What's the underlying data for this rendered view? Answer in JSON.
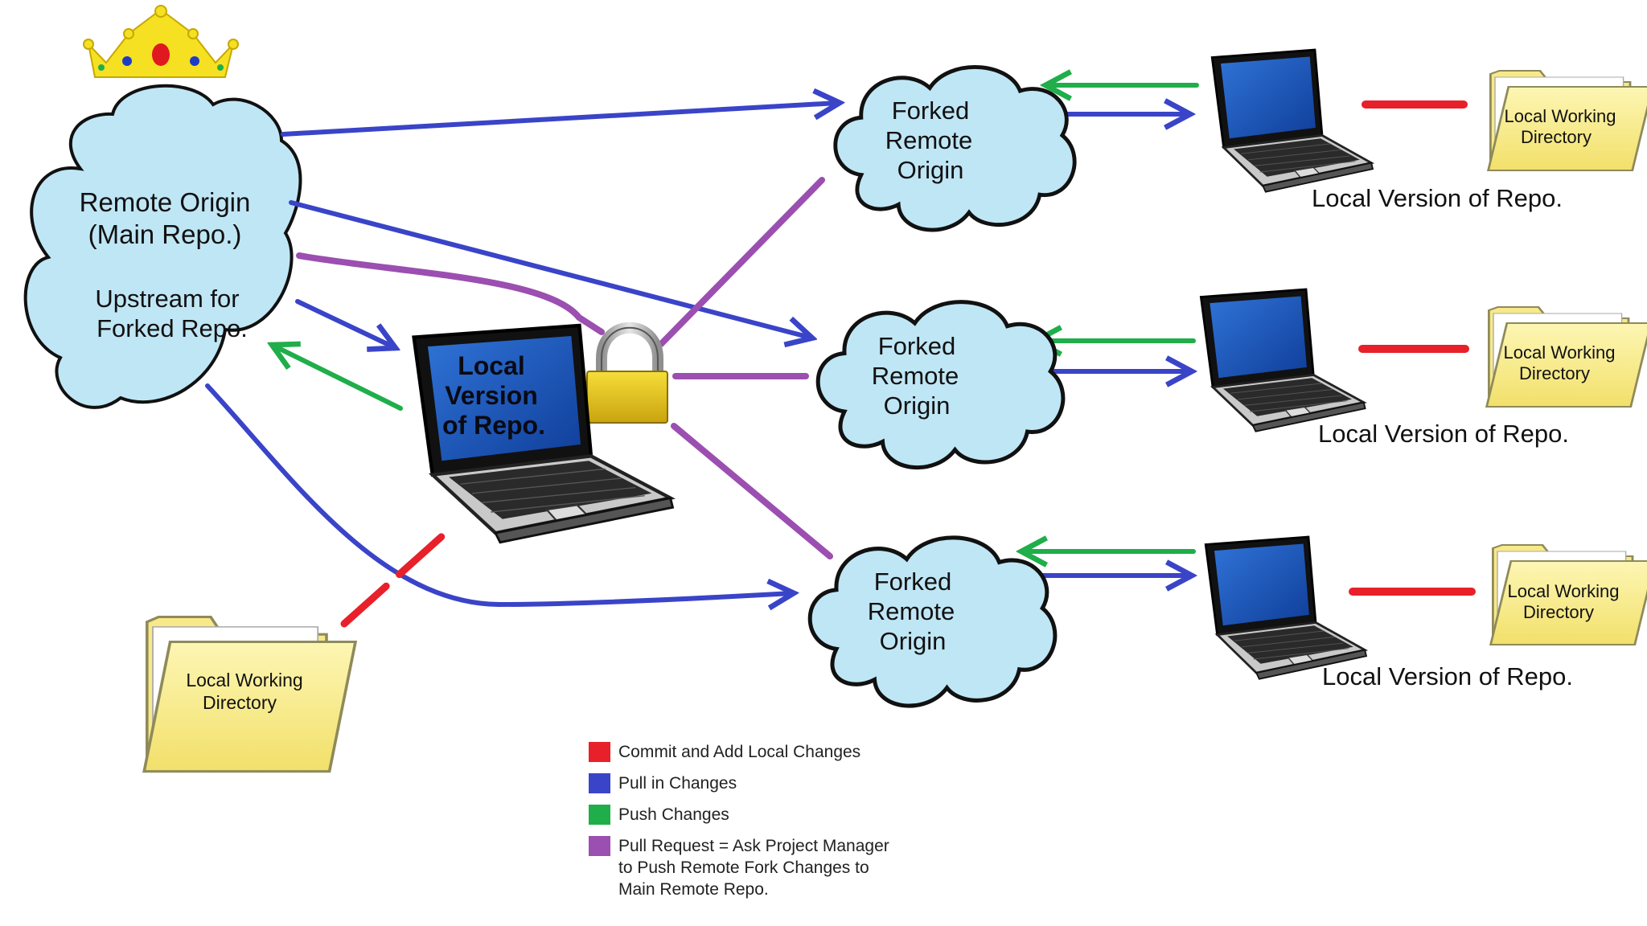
{
  "remote_origin": {
    "title_line1": "Remote Origin",
    "title_line2": "(Main Repo.)",
    "subtitle_line1": "Upstream for",
    "subtitle_line2": "Forked Repo."
  },
  "main_laptop": {
    "line1": "Local",
    "line2": "Version",
    "line3": "of Repo."
  },
  "main_folder": {
    "line1": "Local Working",
    "line2": "Directory"
  },
  "forks": [
    {
      "cloud": {
        "line1": "Forked",
        "line2": "Remote",
        "line3": "Origin"
      },
      "folder": {
        "line1": "Local Working",
        "line2": "Directory"
      },
      "laptop_caption": "Local  Version of Repo."
    },
    {
      "cloud": {
        "line1": "Forked",
        "line2": "Remote",
        "line3": "Origin"
      },
      "folder": {
        "line1": "Local Working",
        "line2": "Directory"
      },
      "laptop_caption": "Local  Version of Repo."
    },
    {
      "cloud": {
        "line1": "Forked",
        "line2": "Remote",
        "line3": "Origin"
      },
      "folder": {
        "line1": "Local Working",
        "line2": "Directory"
      },
      "laptop_caption": "Local  Version of Repo."
    }
  ],
  "legend": [
    {
      "label": "Commit and Add Local Changes",
      "color": "#e8202a"
    },
    {
      "label": "Pull in Changes",
      "color": "#3a44c8"
    },
    {
      "label": "Push Changes",
      "color": "#1fae4a"
    },
    {
      "label": "Pull Request = Ask Project Manager to Push Remote Fork Changes to Main Remote Repo.",
      "color": "#9b4fb0"
    }
  ],
  "colors": {
    "commit": "#e8202a",
    "pull": "#3a44c8",
    "push": "#1fae4a",
    "pull_request": "#9b4fb0",
    "cloud_fill": "#bfe6f5",
    "folder_fill": "#f8ec8c",
    "laptop_screen": "#1f5bb8",
    "crown": "#f5e022",
    "lock": "#e0c21c"
  },
  "icons": [
    "crown-icon",
    "cloud-icon",
    "laptop-icon",
    "folder-icon",
    "padlock-icon"
  ]
}
